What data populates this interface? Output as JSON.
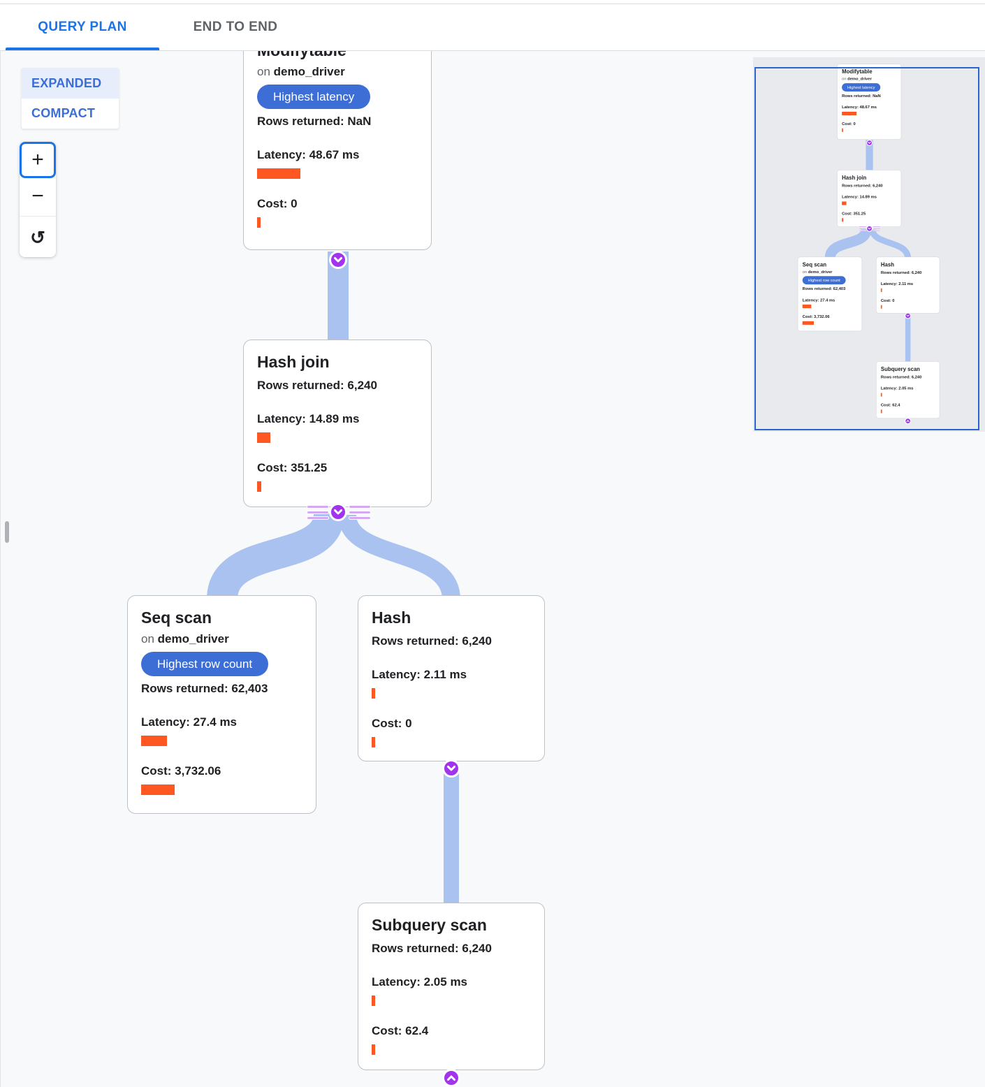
{
  "tabs": {
    "query_plan": "QUERY PLAN",
    "end_to_end": "END TO END",
    "active": "QUERY PLAN"
  },
  "view_toggle": {
    "expanded": "EXPANDED",
    "compact": "COMPACT",
    "selected": "EXPANDED"
  },
  "zoom_controls": {
    "zoom_in": "+",
    "zoom_out": "−",
    "reset": "↺"
  },
  "colors": {
    "accent_blue": "#1a73e8",
    "badge_blue": "#3c6ed5",
    "bar_orange": "#ff5722",
    "edge_blue": "#a9c2ef",
    "connector_purple": "#a234ee",
    "minimap_border": "#2a66cc",
    "canvas_bg": "#f8f9fa",
    "minimap_bg": "#e8eaed"
  },
  "plan": {
    "nodes": [
      {
        "title": "Modifytable",
        "on_prefix": "on",
        "table": "demo_driver",
        "badge": "Highest latency",
        "rows": "Rows returned: NaN",
        "latency": "Latency: 48.67 ms",
        "cost": "Cost: 0",
        "latency_bar": 62,
        "cost_bar": 5
      },
      {
        "title": "Hash join",
        "rows": "Rows returned: 6,240",
        "latency": "Latency: 14.89 ms",
        "cost": "Cost: 351.25",
        "latency_bar": 19,
        "cost_bar": 6
      },
      {
        "title": "Seq scan",
        "on_prefix": "on",
        "table": "demo_driver",
        "badge": "Highest row count",
        "rows": "Rows returned: 62,403",
        "latency": "Latency: 27.4 ms",
        "cost": "Cost: 3,732.06",
        "latency_bar": 37,
        "cost_bar": 48
      },
      {
        "title": "Hash",
        "rows": "Rows returned: 6,240",
        "latency": "Latency: 2.11 ms",
        "cost": "Cost: 0",
        "latency_bar": 5,
        "cost_bar": 5
      },
      {
        "title": "Subquery scan",
        "rows": "Rows returned: 6,240",
        "latency": "Latency: 2.05 ms",
        "cost": "Cost: 62.4",
        "latency_bar": 5,
        "cost_bar": 5
      }
    ]
  }
}
